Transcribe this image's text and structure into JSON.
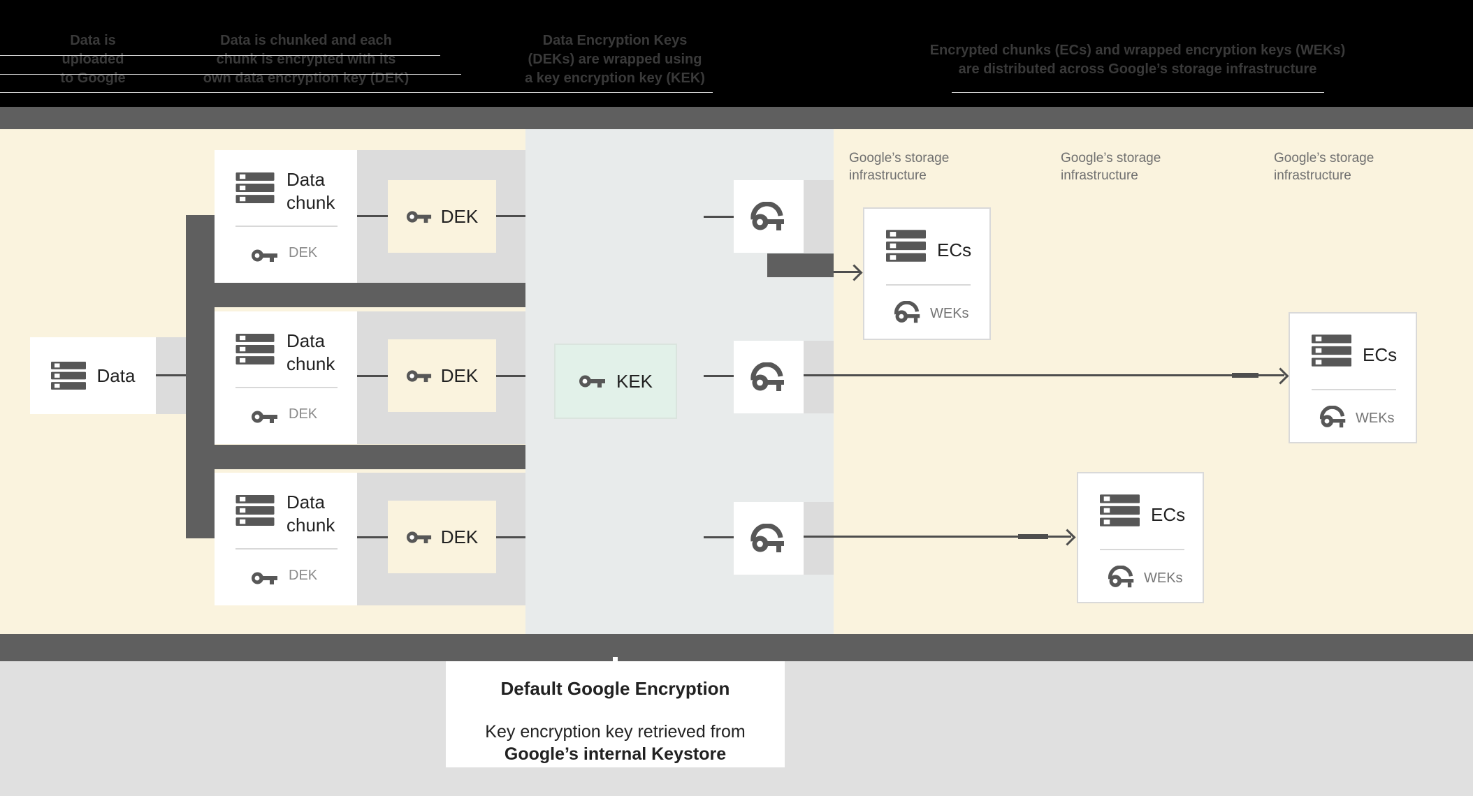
{
  "header": {
    "columns": [
      {
        "lines": [
          "Data is",
          "uploaded",
          "to Google"
        ]
      },
      {
        "lines": [
          "Data is chunked and each",
          "chunk is encrypted with its",
          "own data encryption key (DEK)"
        ]
      },
      {
        "lines": [
          "Data Encryption Keys",
          "(DEKs) are wrapped using",
          "a key encryption key (KEK)"
        ]
      },
      {
        "lines": [
          "Encrypted chunks (ECs) and wrapped encryption keys (WEKs)",
          "are distributed across Google’s storage infrastructure"
        ]
      }
    ]
  },
  "storage_label": {
    "line1": "Google’s storage",
    "line2": "infrastructure"
  },
  "data_node": {
    "label": "Data"
  },
  "chunk_rows": [
    {
      "title_line1": "Data",
      "title_line2": "chunk",
      "inner_key_label": "DEK",
      "dek_label": "DEK"
    },
    {
      "title_line1": "Data",
      "title_line2": "chunk",
      "inner_key_label": "DEK",
      "dek_label": "DEK"
    },
    {
      "title_line1": "Data",
      "title_line2": "chunk",
      "inner_key_label": "DEK",
      "dek_label": "DEK"
    }
  ],
  "kek": {
    "label": "KEK"
  },
  "ec_cards": [
    {
      "label": "ECs",
      "key_label": "WEKs"
    },
    {
      "label": "ECs",
      "key_label": "WEKs"
    },
    {
      "label": "ECs",
      "key_label": "WEKs"
    }
  ],
  "caption": {
    "title": "Default Google Encryption",
    "line1": "Key encryption key retrieved from",
    "line2": "Google’s internal Keystore"
  },
  "colors": {
    "header_bg": "#000000",
    "header_text": "#3a3a3a",
    "dark_bar": "#5f5f5f",
    "yellow_section": "#faf3de",
    "mid_section": "#e8ebeb",
    "band_gray": "#dcdcdc",
    "mint_kek": "#e2f1e9",
    "connector": "#4d4d4d",
    "icon_gray": "#575757",
    "text_dark": "#212121",
    "label_gray": "#6f6f6f",
    "bottom_bg": "#e0e0e0"
  }
}
